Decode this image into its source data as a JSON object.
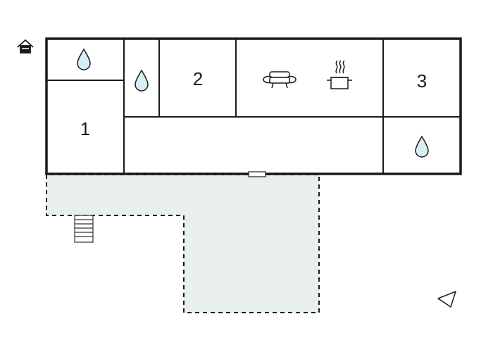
{
  "rooms": [
    {
      "id": "bedroom-1",
      "label": "1"
    },
    {
      "id": "bedroom-2",
      "label": "2"
    },
    {
      "id": "bedroom-3",
      "label": "3"
    }
  ],
  "icons": {
    "entrance": "house-entrance-icon",
    "water": "water-drop-icon",
    "sofa": "sofa-icon",
    "kitchen": "cooking-pot-icon",
    "stairs": "stairs-icon",
    "orientation": "orientation-arrow-icon"
  },
  "colors": {
    "walls": "#1a1a1a",
    "terrace_fill": "#e9eeee",
    "water": "#d6eff5"
  }
}
